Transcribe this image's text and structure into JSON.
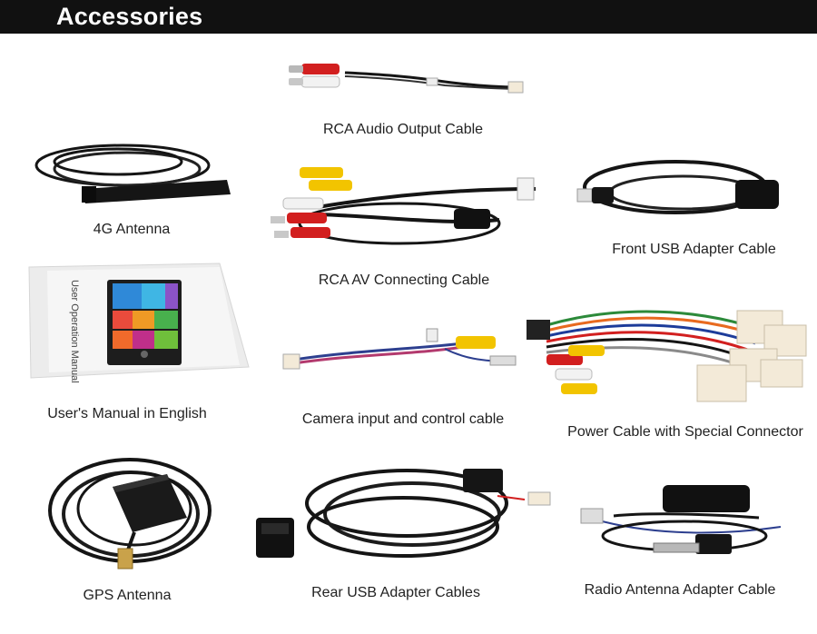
{
  "header": {
    "title": "Accessories"
  },
  "items": [
    {
      "id": "rca-audio",
      "caption": "RCA Audio Output Cable"
    },
    {
      "id": "antenna-4g",
      "caption": "4G Antenna"
    },
    {
      "id": "rca-av",
      "caption": "RCA AV Connecting Cable"
    },
    {
      "id": "front-usb",
      "caption": "Front USB Adapter Cable"
    },
    {
      "id": "manual",
      "caption": "User's Manual in English",
      "manual_text": "User Operation Manual"
    },
    {
      "id": "camera",
      "caption": "Camera input and control cable"
    },
    {
      "id": "power",
      "caption": "Power Cable with Special Connector"
    },
    {
      "id": "gps",
      "caption": "GPS Antenna"
    },
    {
      "id": "rear-usb",
      "caption": "Rear USB Adapter Cables"
    },
    {
      "id": "radio",
      "caption": "Radio Antenna Adapter Cable"
    }
  ],
  "colors": {
    "header_bg": "#111111",
    "rca_red": "#d21f1f",
    "rca_white": "#f2f2f2",
    "rca_yellow": "#f2c400",
    "cable_black": "#151515",
    "connector_cream": "#f3ead8"
  }
}
